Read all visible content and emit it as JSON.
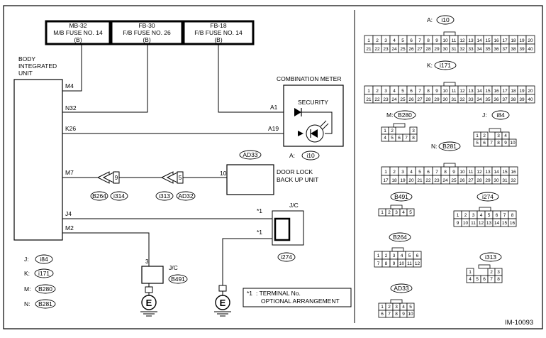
{
  "fuses": [
    {
      "id": "MB-32",
      "line2": "M/B FUSE NO. 14",
      "line3": "(B)"
    },
    {
      "id": "FB-30",
      "line2": "F/B FUSE NO. 26",
      "line3": "(B)"
    },
    {
      "id": "FB-18",
      "line2": "F/B FUSE NO. 14",
      "line3": "(B)"
    }
  ],
  "body_unit": {
    "line1": "BODY",
    "line2": "INTEGRATED",
    "line3": "UNIT",
    "pins": [
      "M4",
      "N32",
      "K26",
      "M7",
      "J4",
      "M2"
    ]
  },
  "meter": {
    "title": "COMBINATION METER",
    "security": "SECURITY",
    "pin_a1": "A1",
    "pin_a19": "A19",
    "conn_prefix": "A:",
    "conn": "i10"
  },
  "door_lock": {
    "conn": "AD33",
    "pin": "10",
    "line1": "DOOR LOCK",
    "line2": "BACK UP UNIT"
  },
  "connectors_inline": [
    {
      "left": "B264",
      "right": "i314",
      "pin": "9"
    },
    {
      "left": "i313",
      "right": "AD32",
      "pin": "5"
    }
  ],
  "jc_top": {
    "label": "J/C",
    "star1": "*1",
    "star2": "*1",
    "conn": "i274"
  },
  "jc_bottom": {
    "label": "J/C",
    "pin": "3",
    "conn": "B491"
  },
  "ground_label": "E",
  "legend": [
    {
      "prefix": "J:",
      "conn": "i84"
    },
    {
      "prefix": "K:",
      "conn": "i171"
    },
    {
      "prefix": "M:",
      "conn": "B280"
    },
    {
      "prefix": "N:",
      "conn": "B281"
    }
  ],
  "note": {
    "star": "*1",
    "text1": ": TERMINAL No.",
    "text2": "OPTIONAL ARRANGEMENT"
  },
  "diagram_id": "IM-10093",
  "right_panel": {
    "i10": {
      "prefix": "A:",
      "name": "i10",
      "row1": [
        "1",
        "2",
        "3",
        "4",
        "5",
        "6",
        "7",
        "8",
        "9",
        "10",
        "11",
        "12",
        "13",
        "14",
        "15",
        "16",
        "17",
        "18",
        "19",
        "20"
      ],
      "row2": [
        "21",
        "22",
        "23",
        "24",
        "25",
        "26",
        "27",
        "28",
        "29",
        "30",
        "31",
        "32",
        "33",
        "34",
        "35",
        "36",
        "37",
        "38",
        "39",
        "40"
      ]
    },
    "i171": {
      "prefix": "K:",
      "name": "i171",
      "row1": [
        "1",
        "2",
        "3",
        "4",
        "5",
        "6",
        "7",
        "8",
        "9",
        "10",
        "11",
        "12",
        "13",
        "14",
        "15",
        "16",
        "17",
        "18",
        "19",
        "20"
      ],
      "row2": [
        "21",
        "22",
        "23",
        "24",
        "25",
        "26",
        "27",
        "28",
        "29",
        "30",
        "31",
        "32",
        "33",
        "34",
        "35",
        "36",
        "37",
        "38",
        "39",
        "40"
      ]
    },
    "B280": {
      "prefix": "M:",
      "name": "B280",
      "row1": [
        "1",
        "2",
        "",
        "",
        "3"
      ],
      "row2": [
        "4",
        "5",
        "6",
        "7",
        "8"
      ]
    },
    "i84": {
      "prefix": "J:",
      "name": "i84",
      "row1": [
        "1",
        "2",
        "",
        "3",
        "4"
      ],
      "row2": [
        "5",
        "6",
        "7",
        "8",
        "9",
        "10"
      ]
    },
    "B281": {
      "prefix": "N:",
      "name": "B281",
      "row1": [
        "1",
        "2",
        "3",
        "4",
        "5",
        "6",
        "7",
        "8",
        "9",
        "10",
        "11",
        "12",
        "13",
        "14",
        "15",
        "16"
      ],
      "row2": [
        "17",
        "18",
        "19",
        "20",
        "21",
        "22",
        "23",
        "24",
        "25",
        "26",
        "27",
        "28",
        "29",
        "30",
        "31",
        "32"
      ]
    },
    "B491": {
      "name": "B491",
      "row1": [
        "1",
        "2",
        "3",
        "4",
        "5"
      ]
    },
    "i274": {
      "name": "i274",
      "row1": [
        "1",
        "2",
        "3",
        "4",
        "5",
        "6",
        "7",
        "8"
      ],
      "row2": [
        "9",
        "10",
        "11",
        "12",
        "13",
        "14",
        "15",
        "16"
      ]
    },
    "B264": {
      "name": "B264",
      "row1": [
        "1",
        "2",
        "3",
        "4",
        "5",
        "6"
      ],
      "row2": [
        "7",
        "8",
        "9",
        "10",
        "11",
        "12"
      ]
    },
    "i313": {
      "name": "i313",
      "row1": [
        "1",
        "",
        "",
        "2",
        "3"
      ],
      "row2": [
        "4",
        "5",
        "6",
        "7",
        "8"
      ]
    },
    "AD33": {
      "name": "AD33",
      "row1": [
        "1",
        "2",
        "3",
        "4",
        "5"
      ],
      "row2": [
        "6",
        "7",
        "8",
        "9",
        "10"
      ]
    }
  }
}
